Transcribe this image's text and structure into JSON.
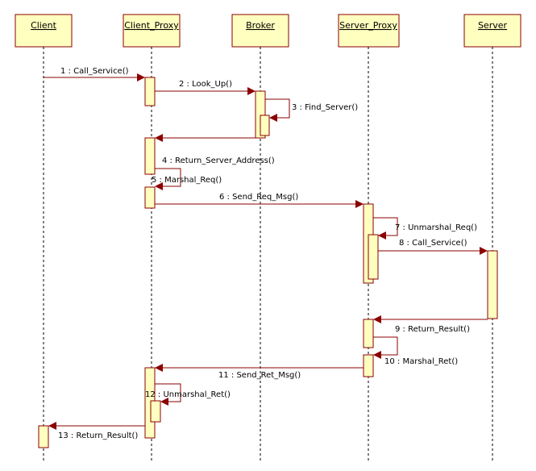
{
  "colors": {
    "box_fill": "#ffffc0",
    "border": "#8b0000",
    "text": "#000000"
  },
  "lifelines": [
    {
      "id": "client",
      "name": "Client"
    },
    {
      "id": "client_proxy",
      "name": "Client_Proxy"
    },
    {
      "id": "broker",
      "name": "Broker"
    },
    {
      "id": "server_proxy",
      "name": "Server_Proxy"
    },
    {
      "id": "server",
      "name": "Server"
    }
  ],
  "messages": [
    {
      "label": "1 : Call_Service()",
      "from": "client",
      "to": "client_proxy"
    },
    {
      "label": "2 : Look_Up()",
      "from": "client_proxy",
      "to": "broker"
    },
    {
      "label": "3 : Find_Server()",
      "from": "broker",
      "to": "broker"
    },
    {
      "label": "",
      "from": "broker",
      "to": "client_proxy"
    },
    {
      "label": "4 : Return_Server_Address()",
      "from": "client_proxy",
      "to": "client_proxy",
      "kind": "note"
    },
    {
      "label": "5 : Marshal_Req()",
      "from": "client_proxy",
      "to": "client_proxy"
    },
    {
      "label": "6 : Send_Req_Msg()",
      "from": "client_proxy",
      "to": "server_proxy"
    },
    {
      "label": "7 : Unmarshal_Req()",
      "from": "server_proxy",
      "to": "server_proxy"
    },
    {
      "label": "8 : Call_Service()",
      "from": "server_proxy",
      "to": "server"
    },
    {
      "label": "9 : Return_Result()",
      "from": "server",
      "to": "server_proxy"
    },
    {
      "label": "10 : Marshal_Ret()",
      "from": "server_proxy",
      "to": "server_proxy"
    },
    {
      "label": "11 : Send_Ret_Msg()",
      "from": "server_proxy",
      "to": "client_proxy"
    },
    {
      "label": "12 : Unmarshal_Ret()",
      "from": "client_proxy",
      "to": "client_proxy"
    },
    {
      "label": "13 : Return_Result()",
      "from": "client_proxy",
      "to": "client"
    }
  ]
}
